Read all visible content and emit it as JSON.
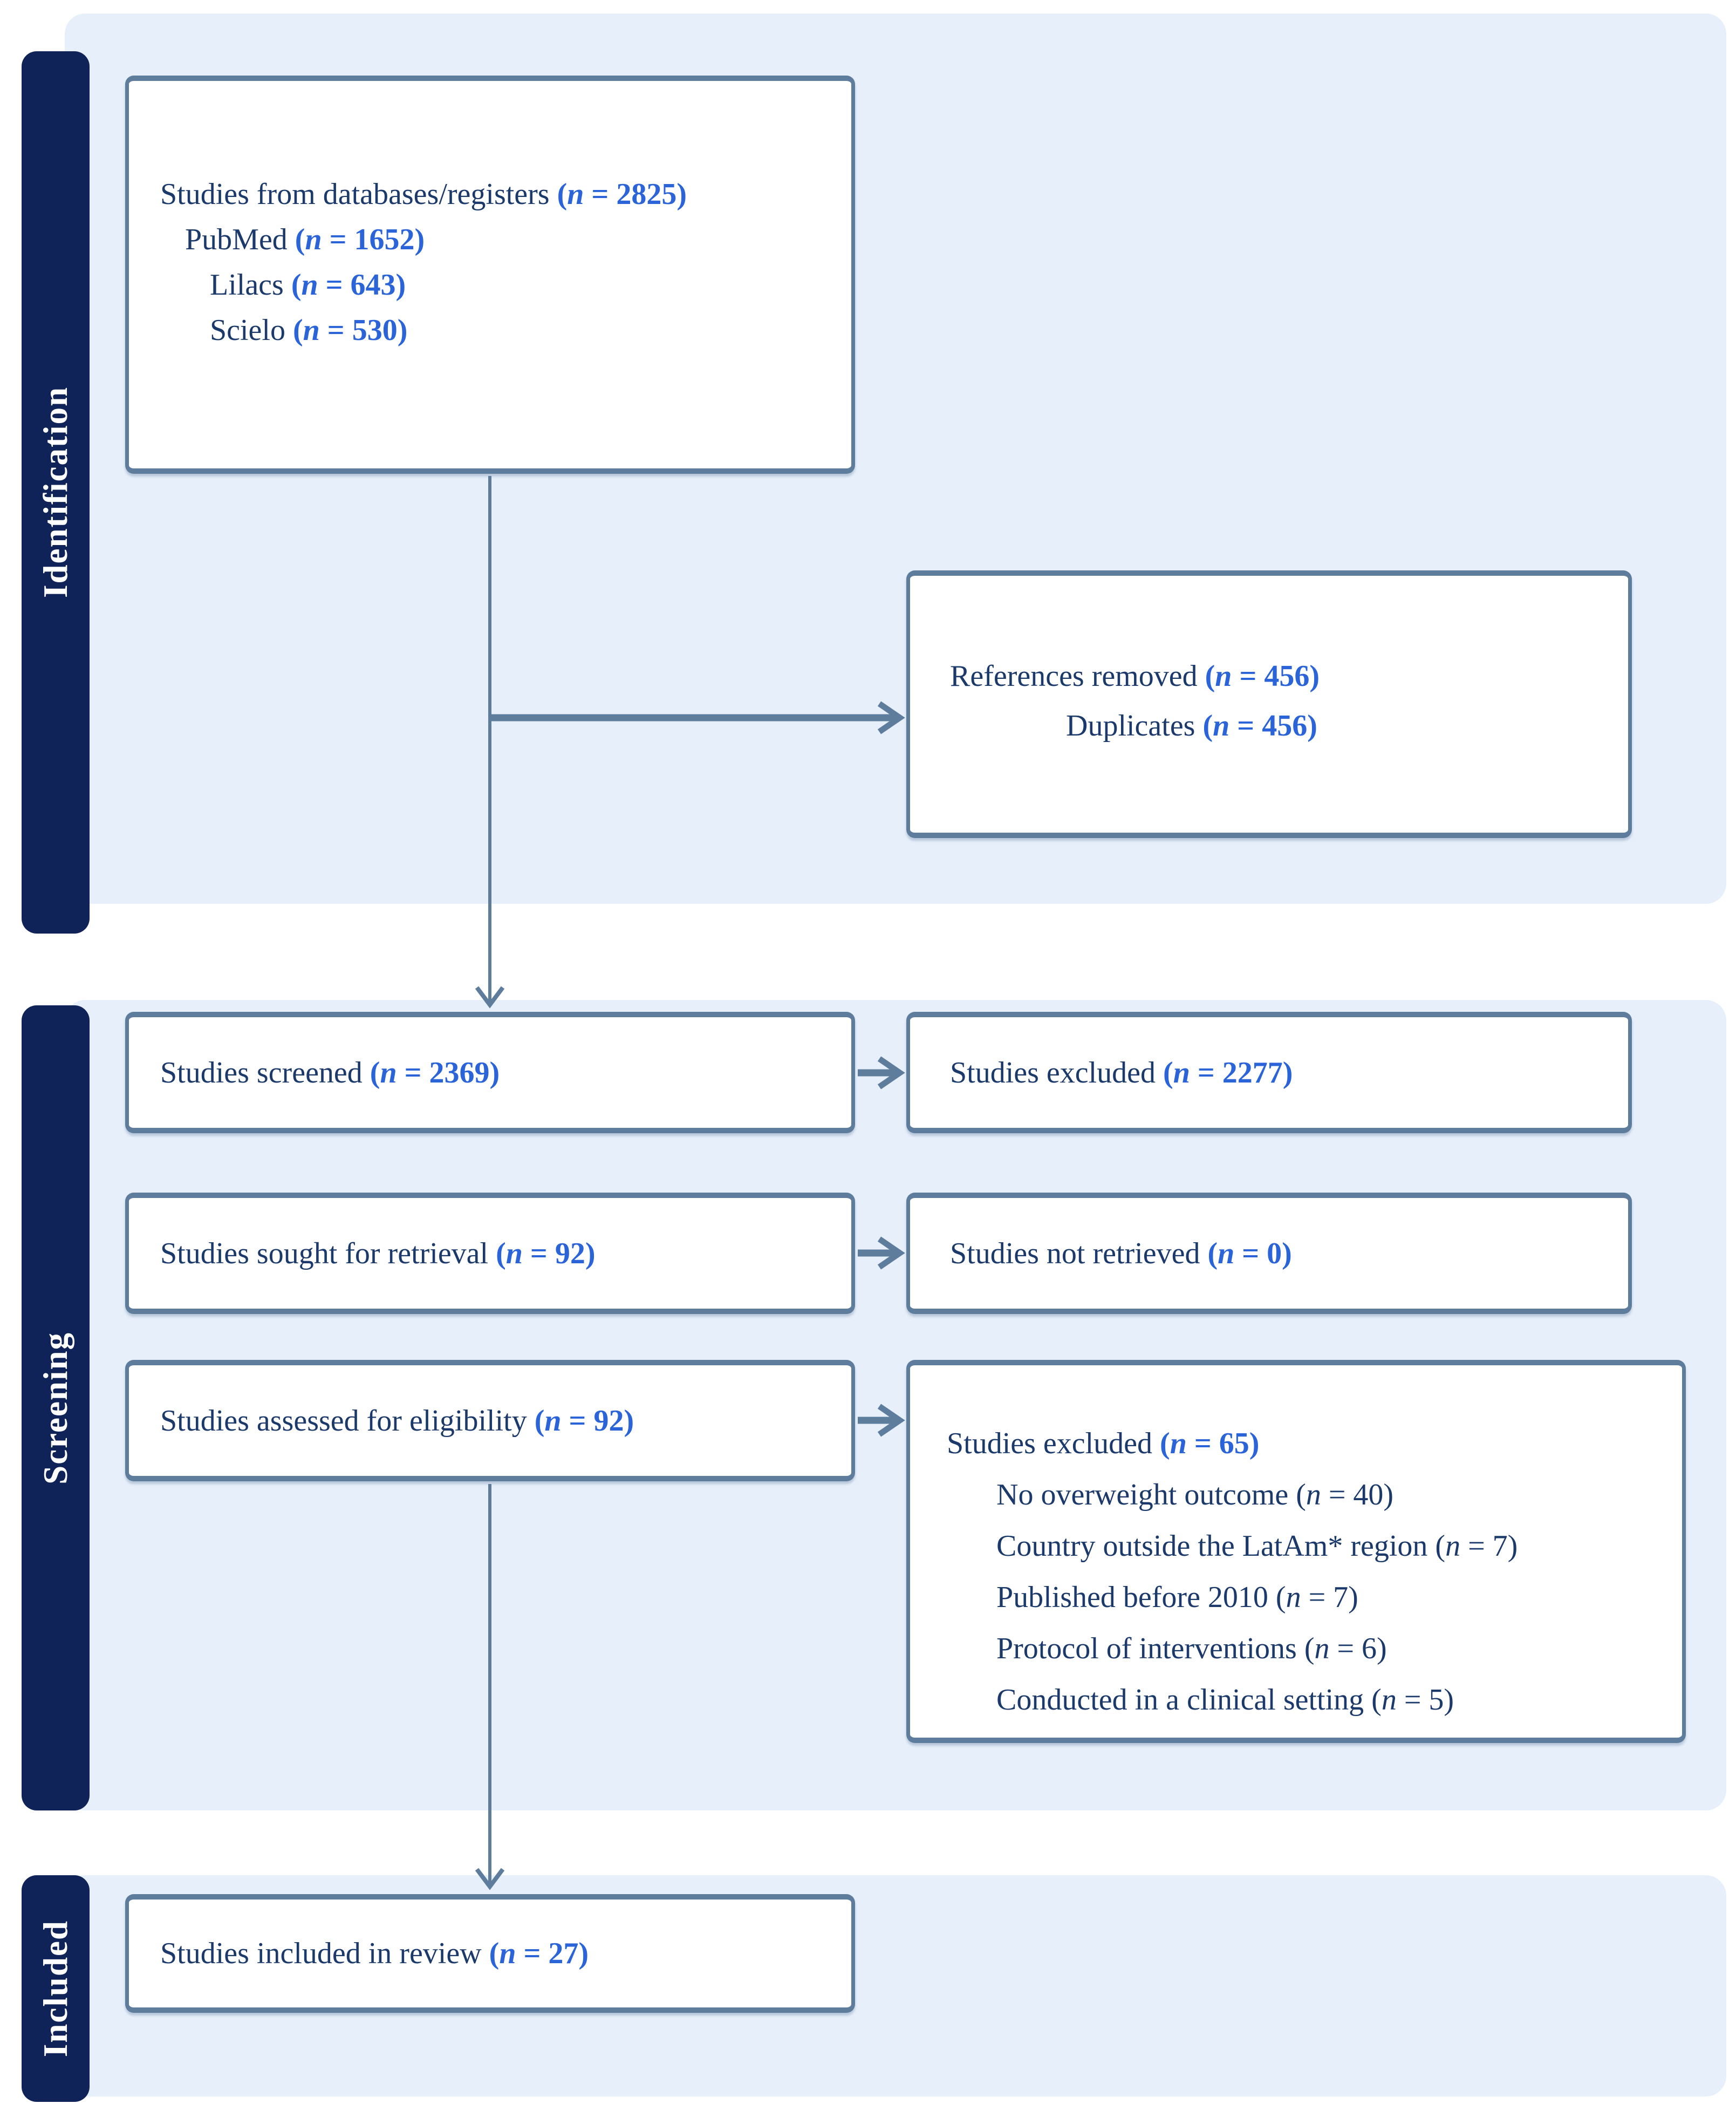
{
  "common": {
    "paren": "(",
    "n": "n"
  },
  "sections": {
    "identification": "Identification",
    "screening": "Screening",
    "included": "Included"
  },
  "boxes": {
    "databases": {
      "title": {
        "label": "Studies from databases/registers ",
        "rest": " = 2825)"
      },
      "pubmed": {
        "label": "PubMed ",
        "rest": " = 1652)"
      },
      "lilacs": {
        "label": "Lilacs ",
        "rest": " = 643)"
      },
      "scielo": {
        "label": "Scielo ",
        "rest": " = 530)"
      }
    },
    "references_removed": {
      "title": {
        "label": "References removed ",
        "rest": " = 456)"
      },
      "duplicates": {
        "label": "Duplicates ",
        "rest": " = 456)"
      }
    },
    "screened": {
      "label": "Studies screened ",
      "rest": " = 2369)"
    },
    "excluded_screening": {
      "label": "Studies excluded ",
      "rest": " = 2277)"
    },
    "sought": {
      "label": "Studies sought for retrieval ",
      "rest": " = 92)"
    },
    "not_retrieved": {
      "label": "Studies not retrieved ",
      "rest": " = 0)"
    },
    "assessed": {
      "label": "Studies assessed for eligibility ",
      "rest": " = 92)"
    },
    "excluded_eligibility": {
      "title": {
        "label": "Studies excluded ",
        "rest": " = 65)"
      },
      "reasons": [
        {
          "label": "No overweight outcome ",
          "rest": " = 40)"
        },
        {
          "label": "Country outside the LatAm* region ",
          "rest": " = 7)"
        },
        {
          "label": "Published before 2010 ",
          "rest": " = 7)"
        },
        {
          "label": "Protocol of interventions ",
          "rest": " = 6)"
        },
        {
          "label": "Conducted in a clinical setting ",
          "rest": " = 5)"
        }
      ]
    },
    "included": {
      "label": "Studies included in review ",
      "rest": " = 27)"
    }
  },
  "colors": {
    "band_background": "#e7effb",
    "sidebar_navy": "#0f2358",
    "box_border": "#5e7d9d",
    "arrow": "#5e7d9d",
    "text_navy": "#1b3a6b",
    "text_blue": "#2a64d8"
  }
}
